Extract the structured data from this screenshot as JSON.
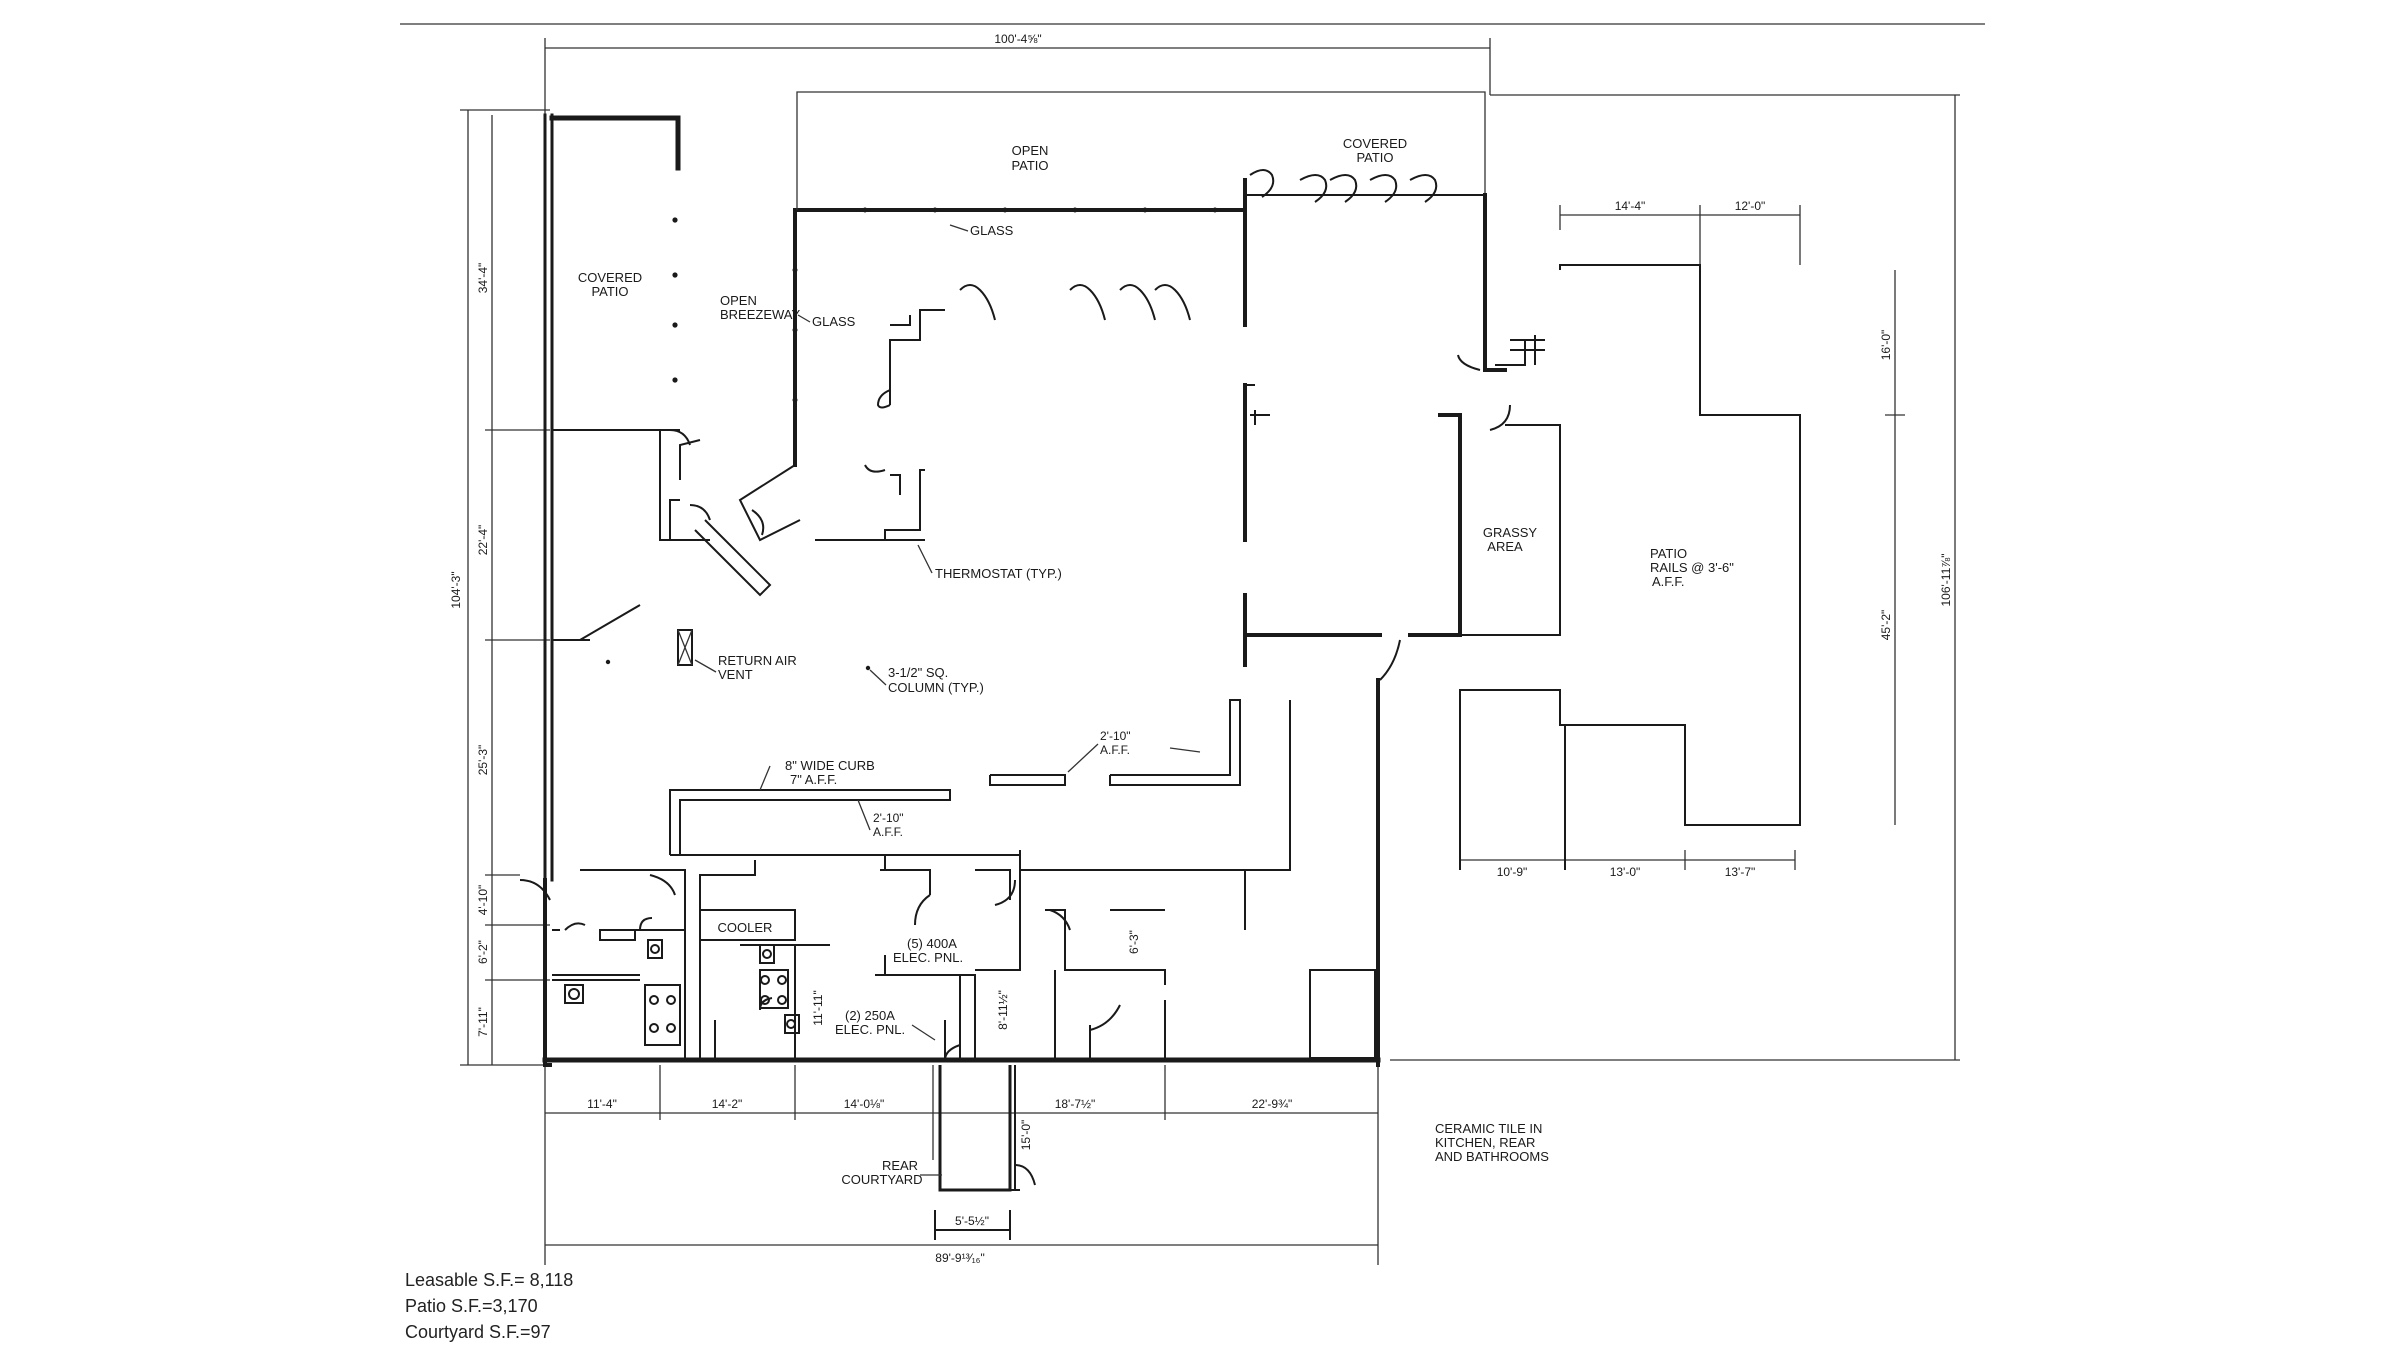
{
  "labels": {
    "open_patio": [
      "OPEN",
      "PATIO"
    ],
    "covered_patio_top": [
      "COVERED",
      "PATIO"
    ],
    "covered_patio_left": [
      "COVERED",
      "PATIO"
    ],
    "open_breezeway": [
      "OPEN",
      "BREEZEWAY"
    ],
    "glass_top": "GLASS",
    "glass_left": "GLASS",
    "thermostat": "THERMOSTAT (TYP.)",
    "return_air": [
      "RETURN AIR",
      "VENT"
    ],
    "column": [
      "3-1/2\" SQ.",
      "COLUMN (TYP.)"
    ],
    "curb": [
      "8\" WIDE CURB",
      "7\" A.F.F."
    ],
    "aff_left": [
      "2'-10\"",
      "A.F.F."
    ],
    "aff_right": [
      "2'-10\"",
      "A.F.F."
    ],
    "cooler": "COOLER",
    "elec_400": [
      "(5) 400A",
      "ELEC. PNL."
    ],
    "elec_250": [
      "(2) 250A",
      "ELEC. PNL."
    ],
    "rear_courtyard": [
      "REAR",
      "COURTYARD"
    ],
    "grassy_area": [
      "GRASSY",
      "AREA"
    ],
    "patio_rails": [
      "PATIO",
      "RAILS @ 3'-6\"",
      "A.F.F."
    ],
    "ceramic_tile": [
      "CERAMIC TILE IN",
      "KITCHEN, REAR",
      "AND BATHROOMS"
    ]
  },
  "dimensions": {
    "top_overall": "100'-4⅝\"",
    "left_overall": "104'-3\"",
    "left_segments": [
      "34'-4\"",
      "22'-4\"",
      "25'-3\"",
      "4'-10\"",
      "6'-2\"",
      "7'-11\""
    ],
    "bottom_segments": [
      "11'-4\"",
      "14'-2\"",
      "14'-0⅛\"",
      "18'-7½\"",
      "22'-9¾\""
    ],
    "bottom_overall": "89'-9¹³⁄₁₆\"",
    "courtyard_width": "5'-5½\"",
    "courtyard_depth": "15'-0\"",
    "patio_top": [
      "14'-4\"",
      "12'-0\""
    ],
    "patio_bottom": [
      "10'-9\"",
      "13'-0\"",
      "13'-7\""
    ],
    "patio_right": [
      "16'-0\"",
      "45'-2\""
    ],
    "right_overall": "106'-11⅞\"",
    "interior_11_11": "11'-11\"",
    "interior_8_11": "8'-11½\"",
    "interior_6_3": "6'-3\""
  },
  "summary": {
    "leasable": "Leasable S.F.= 8,118",
    "patio": "Patio S.F.=3,170",
    "courtyard": "Courtyard S.F.=97"
  }
}
